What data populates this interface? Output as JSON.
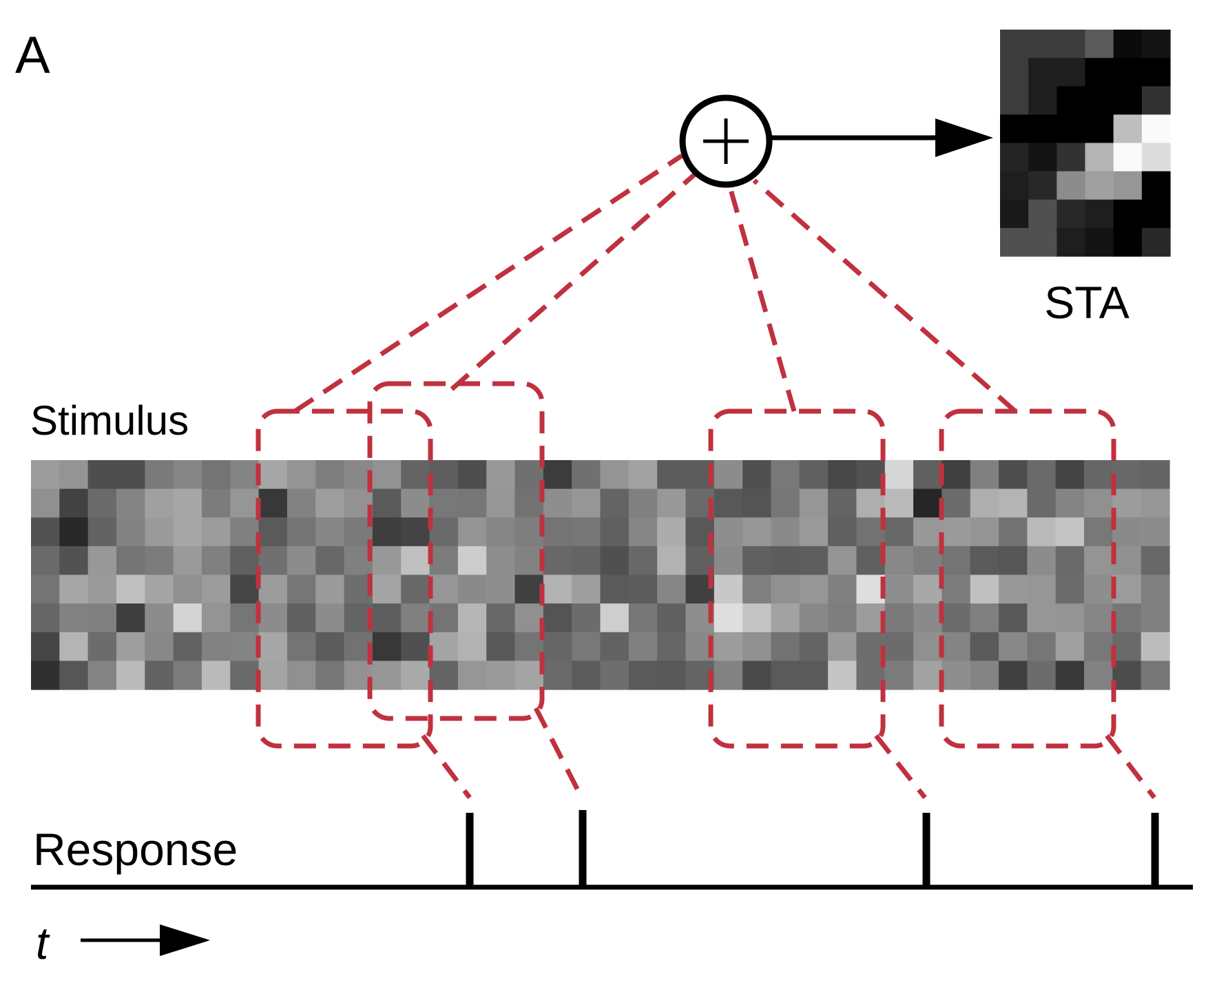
{
  "panel_label": "A",
  "labels": {
    "stimulus": "Stimulus",
    "response": "Response",
    "sta": "STA",
    "time": "t"
  },
  "sum_node": {
    "symbol": "+",
    "name": "summation-node"
  },
  "colors": {
    "window_dash": "#c0313f",
    "ink": "#000000",
    "background": "#ffffff"
  },
  "stimulus": {
    "rows": 8,
    "cols": 40,
    "gray_levels": [
      [
        156,
        148,
        78,
        78,
        122,
        134,
        116,
        132,
        166,
        148,
        126,
        136,
        146,
        100,
        94,
        78,
        152,
        112,
        60,
        112,
        148,
        162,
        92,
        92,
        140,
        80,
        120,
        96,
        72,
        82,
        214,
        96,
        64,
        128,
        78,
        106,
        68,
        102,
        104,
        100
      ],
      [
        144,
        66,
        106,
        132,
        160,
        166,
        124,
        150,
        56,
        130,
        158,
        146,
        90,
        140,
        120,
        118,
        150,
        114,
        142,
        150,
        100,
        128,
        152,
        106,
        88,
        84,
        118,
        150,
        100,
        174,
        186,
        38,
        108,
        174,
        180,
        106,
        132,
        144,
        156,
        150
      ],
      [
        82,
        40,
        98,
        130,
        154,
        166,
        156,
        128,
        90,
        116,
        134,
        122,
        62,
        68,
        106,
        148,
        134,
        126,
        116,
        118,
        96,
        134,
        172,
        88,
        142,
        150,
        138,
        154,
        96,
        114,
        104,
        152,
        154,
        148,
        114,
        186,
        196,
        120,
        138,
        140
      ],
      [
        106,
        82,
        152,
        116,
        124,
        154,
        128,
        96,
        112,
        140,
        104,
        128,
        152,
        192,
        124,
        204,
        142,
        130,
        104,
        100,
        80,
        104,
        178,
        96,
        138,
        96,
        92,
        94,
        148,
        96,
        136,
        126,
        116,
        90,
        86,
        140,
        106,
        148,
        144,
        104
      ],
      [
        116,
        166,
        154,
        192,
        164,
        144,
        156,
        70,
        156,
        118,
        154,
        110,
        164,
        104,
        150,
        138,
        142,
        64,
        178,
        158,
        90,
        92,
        134,
        64,
        200,
        128,
        144,
        150,
        128,
        222,
        142,
        168,
        124,
        192,
        152,
        150,
        108,
        142,
        156,
        128
      ],
      [
        102,
        130,
        128,
        62,
        140,
        212,
        148,
        118,
        140,
        96,
        140,
        100,
        94,
        128,
        116,
        182,
        104,
        144,
        84,
        108,
        206,
        118,
        96,
        142,
        222,
        196,
        162,
        136,
        126,
        156,
        122,
        138,
        108,
        128,
        88,
        150,
        148,
        134,
        118,
        128
      ],
      [
        70,
        180,
        108,
        158,
        136,
        98,
        130,
        132,
        166,
        116,
        92,
        114,
        56,
        80,
        164,
        178,
        88,
        116,
        102,
        120,
        98,
        128,
        102,
        136,
        156,
        144,
        114,
        100,
        154,
        110,
        108,
        144,
        132,
        90,
        136,
        118,
        160,
        120,
        106,
        188
      ],
      [
        48,
        86,
        132,
        186,
        98,
        124,
        186,
        106,
        164,
        144,
        118,
        146,
        150,
        170,
        100,
        150,
        154,
        164,
        106,
        92,
        110,
        90,
        88,
        100,
        130,
        74,
        90,
        90,
        196,
        110,
        124,
        162,
        142,
        132,
        64,
        108,
        56,
        130,
        76,
        118
      ]
    ]
  },
  "sta": {
    "rows": 8,
    "cols": 6,
    "gray_levels": [
      [
        60,
        60,
        60,
        90,
        10,
        20
      ],
      [
        60,
        30,
        30,
        0,
        0,
        0
      ],
      [
        60,
        30,
        0,
        0,
        0,
        50
      ],
      [
        0,
        0,
        0,
        0,
        190,
        250
      ],
      [
        36,
        20,
        50,
        180,
        250,
        220
      ],
      [
        30,
        40,
        140,
        160,
        150,
        0
      ],
      [
        25,
        80,
        40,
        30,
        0,
        0
      ],
      [
        80,
        80,
        30,
        20,
        0,
        40
      ]
    ]
  },
  "spikes": {
    "count": 4
  },
  "windows": {
    "count": 4
  }
}
